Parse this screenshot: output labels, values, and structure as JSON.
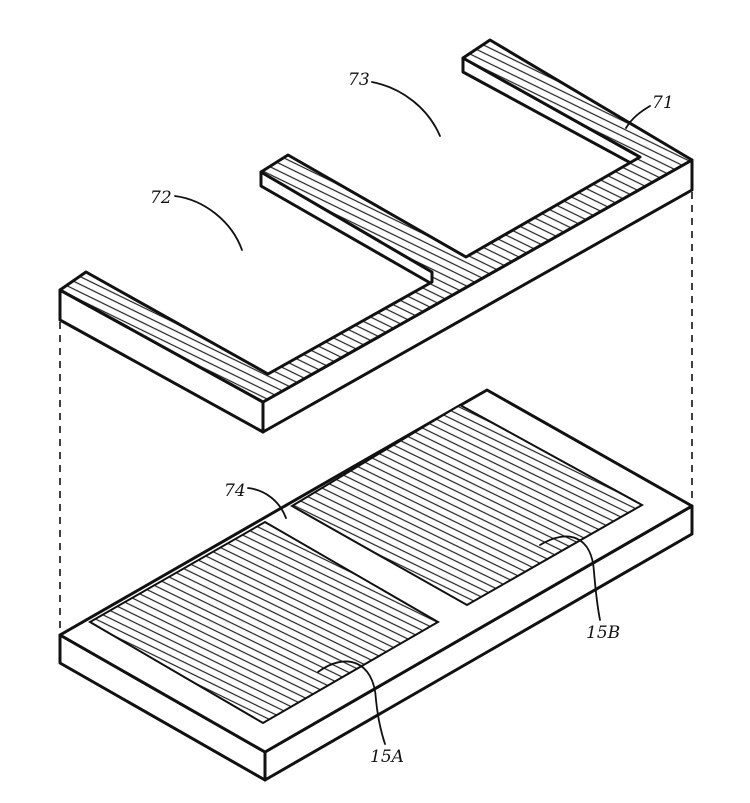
{
  "labels": {
    "frame": "71",
    "opening_a": "72",
    "opening_b": "73",
    "divider": "74",
    "region_a": "15A",
    "region_b": "15B"
  }
}
